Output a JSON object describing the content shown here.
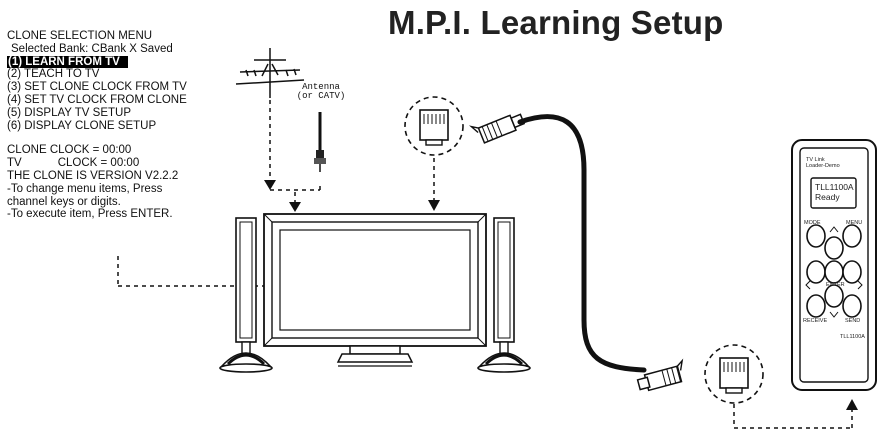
{
  "title": "M.P.I. Learning Setup",
  "menu": {
    "heading": "CLONE SELECTION MENU",
    "bank": "Selected Bank: CBank X Saved",
    "items": [
      "(1) LEARN FROM TV",
      "(2) TEACH TO TV",
      "(3) SET CLONE CLOCK FROM TV",
      "(4) SET TV CLOCK FROM CLONE",
      "(5) DISPLAY TV SETUP",
      "(6) DISPLAY CLONE SETUP"
    ],
    "clone_clock": "CLONE CLOCK = 00:00",
    "tv_clock_label": "TV",
    "tv_clock_value": "CLOCK = 00:00",
    "version": "THE CLONE IS VERSION V2.2.2",
    "help_1": "-To change menu items,  Press",
    "help_2": " channel keys or digits.",
    "help_3": "-To execute item, Press ENTER."
  },
  "antenna": {
    "label_1": "Antenna",
    "label_2": "(or CATV)"
  },
  "remote": {
    "brand_1": "TV Link",
    "brand_2": "Loader-Demo",
    "screen_1": "TLL1100A",
    "screen_2": "Ready",
    "btn_mode": "MODE",
    "btn_menu": "MENU",
    "btn_enter": "ENTER",
    "btn_receive": "RECEIVE",
    "btn_send": "SEND",
    "model": "TLL1100A"
  }
}
